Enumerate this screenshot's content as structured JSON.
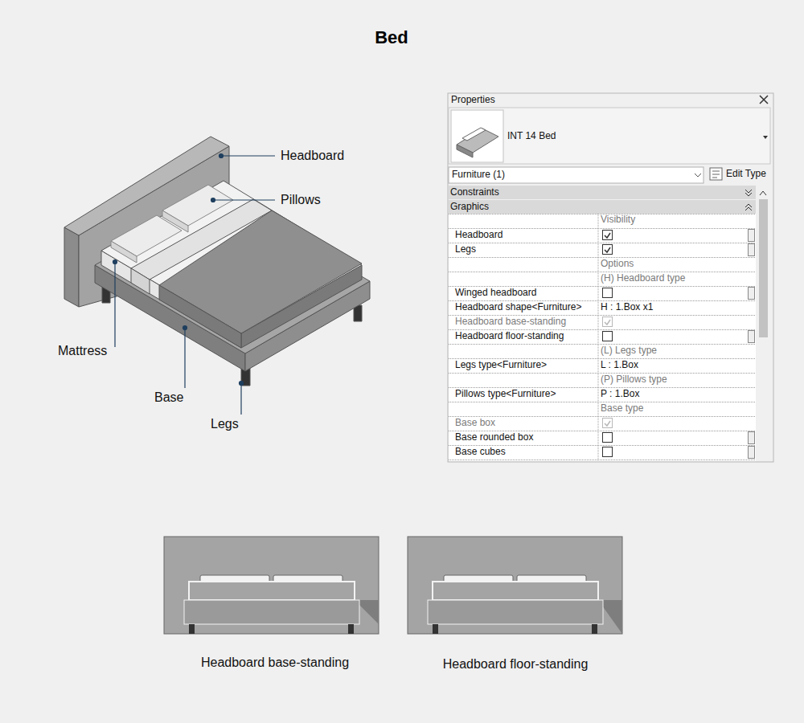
{
  "diagram": {
    "title": "Bed",
    "labels": [
      "Headboard",
      "Pillows",
      "Mattress",
      "Base",
      "Legs",
      "Properties",
      "INT 14 Bed",
      "Furniture (1)",
      "Edit Type",
      "Constraints",
      "Graphics",
      "Visibility",
      "Headboard",
      "Legs",
      "Options",
      "(H) Headboard type",
      "Winged headboard",
      "Headboard shape<Furniture>",
      "H : 1.Box x1",
      "Headboard base-standing",
      "Headboard floor-standing",
      "(L) Legs type",
      "Legs type<Furniture>",
      "L : 1.Box",
      "(P) Pillows type",
      "Pillows type<Furniture>",
      "P : 1.Box",
      "Base type",
      "Base box",
      "Base rounded box",
      "Base cubes",
      "Headboard base-standing",
      "Headboard floor-standing"
    ]
  }
}
